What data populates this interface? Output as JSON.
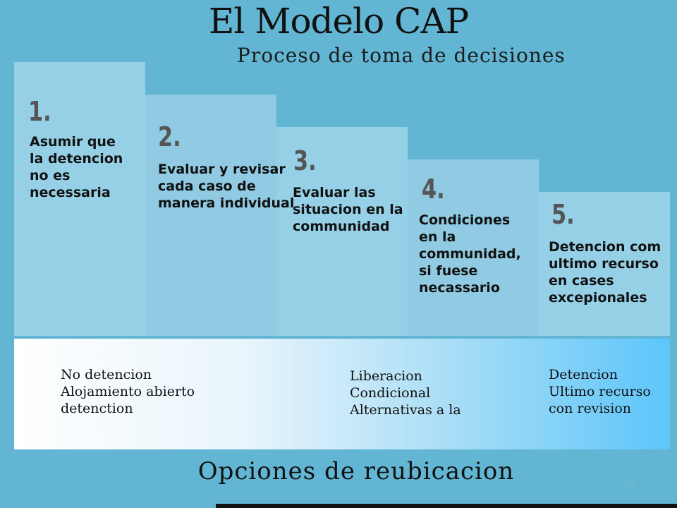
{
  "title": "El Modelo CAP",
  "subtitle": "Proceso de toma de decisiones",
  "steps": [
    {
      "number": "1.",
      "lines": [
        "Asumir que",
        "la detencion",
        "no es",
        "necessaria"
      ]
    },
    {
      "number": "2.",
      "lines": [
        "Evaluar y revisar",
        "cada caso de",
        "manera individual"
      ]
    },
    {
      "number": "3.",
      "lines": [
        "Evaluar las",
        "situacion en la",
        "communidad"
      ]
    },
    {
      "number": "4.",
      "lines": [
        "Condiciones",
        "en la",
        "communidad,",
        "si fuese",
        "necassario"
      ]
    },
    {
      "number": "5.",
      "lines": [
        "Detencion com",
        "ultimo recurso",
        "en cases",
        "excepionales"
      ]
    }
  ],
  "options": [
    {
      "lines": [
        "No detencion",
        "Alojamiento abierto",
        "detenction"
      ]
    },
    {
      "lines": [
        "Liberacion",
        "Condicional",
        "Alternativas a la"
      ]
    },
    {
      "lines": [
        "Detencion",
        "Ultimo recurso",
        "con revision"
      ]
    }
  ],
  "bottom_title": "Opciones de reubicacion",
  "page_number": "20"
}
